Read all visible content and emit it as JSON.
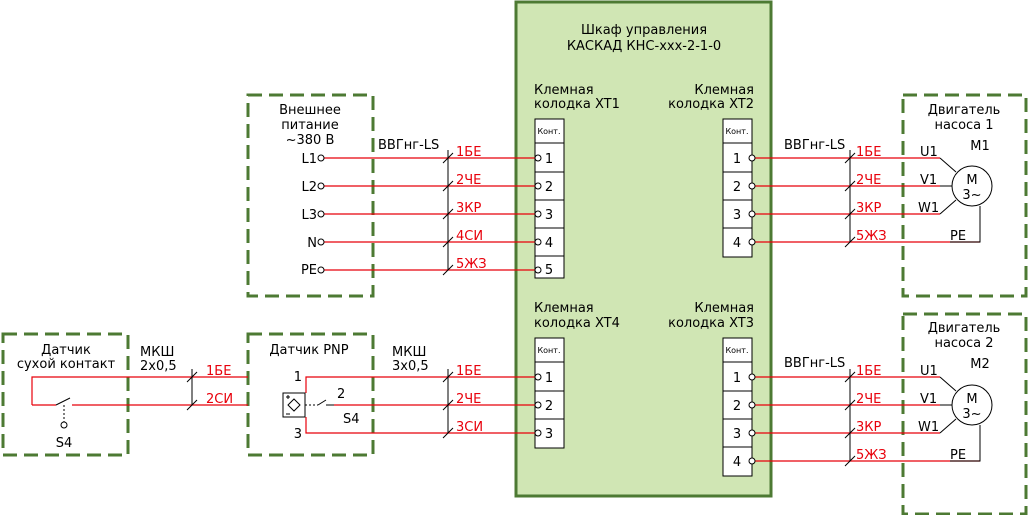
{
  "cabinet": {
    "title_line1": "Шкаф управления",
    "title_line2": "КАСКАД КНС-xxx-2-1-0"
  },
  "terminals": {
    "xt1": {
      "label1": "Клемная",
      "label2": "колодка XT1",
      "head": "Конт.",
      "numbers": [
        "1",
        "2",
        "3",
        "4",
        "5"
      ]
    },
    "xt2": {
      "label1": "Клемная",
      "label2": "колодка XT2",
      "head": "Конт.",
      "numbers": [
        "1",
        "2",
        "3",
        "4"
      ]
    },
    "xt3": {
      "label1": "Клемная",
      "label2": "колодка XT3",
      "head": "Конт.",
      "numbers": [
        "1",
        "2",
        "3",
        "4"
      ]
    },
    "xt4": {
      "label1": "Клемная",
      "label2": "колодка XT4",
      "head": "Конт.",
      "numbers": [
        "1",
        "2",
        "3"
      ]
    }
  },
  "supply": {
    "label1": "Внешнее",
    "label2": "питание",
    "label3": "~380 В",
    "pins": [
      "L1",
      "L2",
      "L3",
      "N",
      "PE"
    ]
  },
  "cable_supply": "ВВГнг-LS",
  "supply_wires": [
    "1БЕ",
    "2ЧЕ",
    "3КР",
    "4СИ",
    "5ЖЗ"
  ],
  "motor1": {
    "label1": "Двигатель",
    "label2": "насоса 1",
    "ref": "M1",
    "sym1": "M",
    "sym2": "3~",
    "pins": [
      "U1",
      "V1",
      "W1",
      "PE"
    ],
    "cable": "ВВГнг-LS",
    "wires": [
      "1БЕ",
      "2ЧЕ",
      "3КР",
      "5ЖЗ"
    ]
  },
  "motor2": {
    "label1": "Двигатель",
    "label2": "насоса 2",
    "ref": "M2",
    "sym1": "M",
    "sym2": "3~",
    "pins": [
      "U1",
      "V1",
      "W1",
      "PE"
    ],
    "cable": "ВВГнг-LS",
    "wires": [
      "1БЕ",
      "2ЧЕ",
      "3КР",
      "5ЖЗ"
    ]
  },
  "dry_sensor": {
    "label1": "Датчик",
    "label2": "сухой контакт",
    "ref": "S4",
    "cable1": "МКШ",
    "cable2": "2x0,5",
    "wires": [
      "1БЕ",
      "2СИ"
    ]
  },
  "pnp_sensor": {
    "label": "Датчик PNP",
    "ref": "S4",
    "pins": [
      "1",
      "2",
      "3"
    ],
    "cable1": "МКШ",
    "cable2": "3x0,5",
    "wires": [
      "1БЕ",
      "2ЧЕ",
      "3СИ"
    ]
  }
}
